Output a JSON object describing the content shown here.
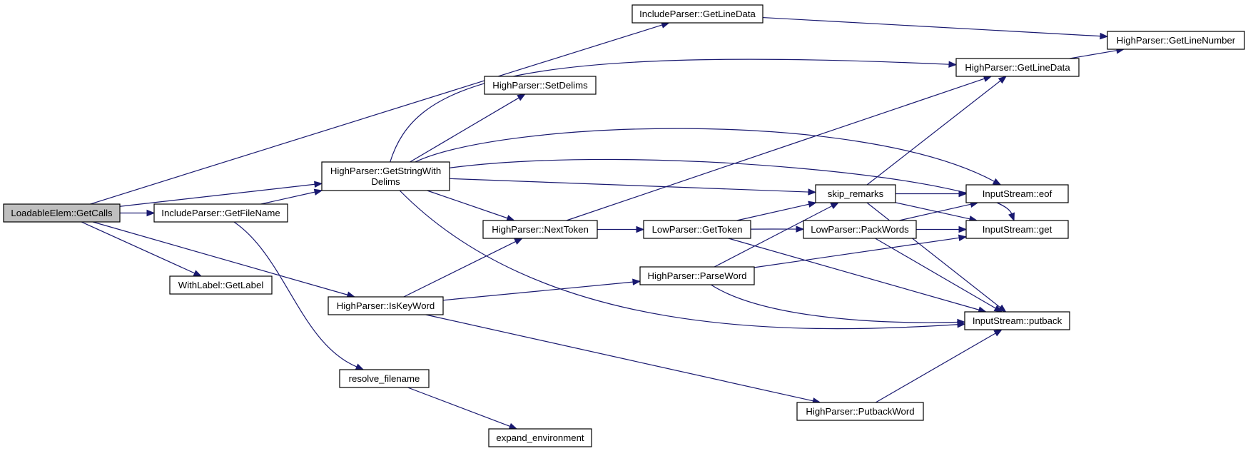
{
  "graph": {
    "nodes": [
      {
        "id": "loadable_getcalls",
        "lines": [
          "LoadableElem::GetCalls"
        ],
        "root": true
      },
      {
        "id": "include_getfilename",
        "lines": [
          "IncludeParser::GetFileName"
        ]
      },
      {
        "id": "withlabel_getlabel",
        "lines": [
          "WithLabel::GetLabel"
        ]
      },
      {
        "id": "include_getlinedata",
        "lines": [
          "IncludeParser::GetLineData"
        ]
      },
      {
        "id": "high_getstringwithdelims",
        "lines": [
          "HighParser::GetStringWith",
          "Delims"
        ]
      },
      {
        "id": "high_iskeyword",
        "lines": [
          "HighParser::IsKeyWord"
        ]
      },
      {
        "id": "resolve_filename",
        "lines": [
          "resolve_filename"
        ]
      },
      {
        "id": "expand_environment",
        "lines": [
          "expand_environment"
        ]
      },
      {
        "id": "high_setdelims",
        "lines": [
          "HighParser::SetDelims"
        ]
      },
      {
        "id": "high_nexttoken",
        "lines": [
          "HighParser::NextToken"
        ]
      },
      {
        "id": "low_gettoken",
        "lines": [
          "LowParser::GetToken"
        ]
      },
      {
        "id": "high_parseword",
        "lines": [
          "HighParser::ParseWord"
        ]
      },
      {
        "id": "high_putbackword",
        "lines": [
          "HighParser::PutbackWord"
        ]
      },
      {
        "id": "skip_remarks",
        "lines": [
          "skip_remarks"
        ]
      },
      {
        "id": "low_packwords",
        "lines": [
          "LowParser::PackWords"
        ]
      },
      {
        "id": "high_getlinedata",
        "lines": [
          "HighParser::GetLineData"
        ]
      },
      {
        "id": "high_getlinenumber",
        "lines": [
          "HighParser::GetLineNumber"
        ]
      },
      {
        "id": "inputstream_eof",
        "lines": [
          "InputStream::eof"
        ]
      },
      {
        "id": "inputstream_get",
        "lines": [
          "InputStream::get"
        ]
      },
      {
        "id": "inputstream_putback",
        "lines": [
          "InputStream::putback"
        ]
      }
    ],
    "edges": [
      {
        "from": "loadable_getcalls",
        "to": "include_getlinedata"
      },
      {
        "from": "loadable_getcalls",
        "to": "high_getstringwithdelims"
      },
      {
        "from": "loadable_getcalls",
        "to": "include_getfilename"
      },
      {
        "from": "loadable_getcalls",
        "to": "withlabel_getlabel"
      },
      {
        "from": "loadable_getcalls",
        "to": "high_iskeyword"
      },
      {
        "from": "include_getfilename",
        "to": "high_getstringwithdelims"
      },
      {
        "from": "include_getfilename",
        "to": "resolve_filename"
      },
      {
        "from": "include_getlinedata",
        "to": "high_getlinenumber"
      },
      {
        "from": "high_getstringwithdelims",
        "to": "high_getlinedata"
      },
      {
        "from": "high_getstringwithdelims",
        "to": "high_setdelims"
      },
      {
        "from": "high_getstringwithdelims",
        "to": "inputstream_eof"
      },
      {
        "from": "high_getstringwithdelims",
        "to": "inputstream_get"
      },
      {
        "from": "high_getstringwithdelims",
        "to": "skip_remarks"
      },
      {
        "from": "high_getstringwithdelims",
        "to": "high_nexttoken"
      },
      {
        "from": "high_getstringwithdelims",
        "to": "inputstream_putback"
      },
      {
        "from": "high_iskeyword",
        "to": "high_nexttoken"
      },
      {
        "from": "high_iskeyword",
        "to": "high_parseword"
      },
      {
        "from": "high_iskeyword",
        "to": "high_putbackword"
      },
      {
        "from": "resolve_filename",
        "to": "expand_environment"
      },
      {
        "from": "high_nexttoken",
        "to": "high_getlinedata"
      },
      {
        "from": "high_nexttoken",
        "to": "low_gettoken"
      },
      {
        "from": "low_gettoken",
        "to": "skip_remarks"
      },
      {
        "from": "low_gettoken",
        "to": "low_packwords"
      },
      {
        "from": "low_gettoken",
        "to": "inputstream_putback"
      },
      {
        "from": "high_parseword",
        "to": "skip_remarks"
      },
      {
        "from": "high_parseword",
        "to": "inputstream_get"
      },
      {
        "from": "high_parseword",
        "to": "inputstream_putback"
      },
      {
        "from": "high_putbackword",
        "to": "inputstream_putback"
      },
      {
        "from": "skip_remarks",
        "to": "high_getlinedata"
      },
      {
        "from": "skip_remarks",
        "to": "inputstream_eof"
      },
      {
        "from": "skip_remarks",
        "to": "inputstream_get"
      },
      {
        "from": "skip_remarks",
        "to": "inputstream_putback"
      },
      {
        "from": "low_packwords",
        "to": "inputstream_eof"
      },
      {
        "from": "low_packwords",
        "to": "inputstream_get"
      },
      {
        "from": "low_packwords",
        "to": "inputstream_putback"
      },
      {
        "from": "high_getlinedata",
        "to": "high_getlinenumber"
      }
    ]
  }
}
